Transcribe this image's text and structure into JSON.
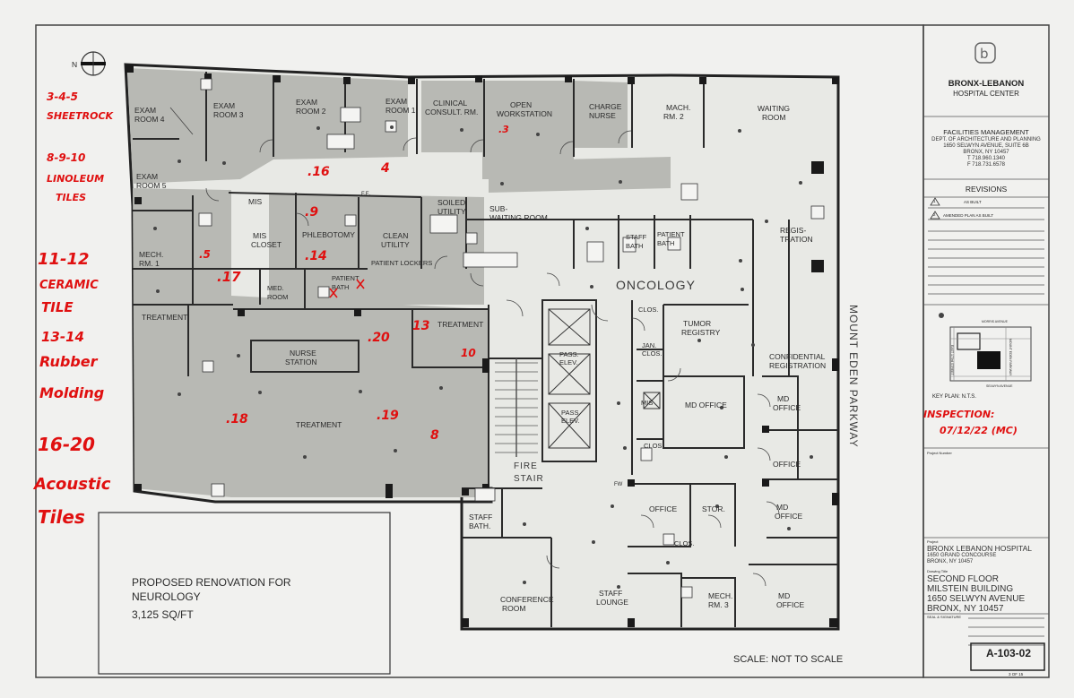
{
  "north_label": "N",
  "rooms": {
    "exam4": [
      "EXAM",
      "ROOM 4"
    ],
    "exam3": [
      "EXAM",
      "ROOM 3"
    ],
    "exam2": [
      "EXAM",
      "ROOM 2"
    ],
    "exam1": [
      "EXAM",
      "ROOM 1"
    ],
    "clinical": [
      "CLINICAL",
      "CONSULT. RM."
    ],
    "open_ws": [
      "OPEN",
      "WORKSTATION"
    ],
    "charge": [
      "CHARGE",
      "NURSE"
    ],
    "mach2": [
      "MACH.",
      "RM. 2"
    ],
    "waiting": [
      "WAITING",
      "ROOM"
    ],
    "exam5": [
      "EXAM",
      "ROOM 5"
    ],
    "mis": "MIS",
    "mis_closet": [
      "MIS",
      "CLOSET"
    ],
    "phlebotomy": "PHLEBOTOMY",
    "clean_utility": [
      "CLEAN",
      "UTILITY"
    ],
    "soiled_utility": [
      "SOILED",
      "UTILITY"
    ],
    "sub_waiting": [
      "SUB-",
      "WAITING ROOM"
    ],
    "staff_bath1": [
      "STAFF",
      "BATH"
    ],
    "patient_bath1": [
      "PATIENT",
      "BATH"
    ],
    "registration": [
      "REGIS-",
      "TRATION"
    ],
    "mech1": [
      "MECH.",
      "RM. 1"
    ],
    "patient_lockers": "PATIENT LOCKERS",
    "med_room": [
      "MED.",
      "ROOM"
    ],
    "patient_bath2": [
      "PATIENT",
      "BATH"
    ],
    "treatment_left": "TREATMENT",
    "treatment_small": "TREATMENT",
    "nurse_station": [
      "NURSE",
      "STATION"
    ],
    "treatment_main": "TREATMENT",
    "pass_elev1": [
      "PASS.",
      "ELEV."
    ],
    "pass_elev2": [
      "PASS.",
      "ELEV."
    ],
    "clos1": "CLOS.",
    "jan_clos": [
      "JAN.",
      "CLOS."
    ],
    "tumor_registry": [
      "TUMOR",
      "REGISTRY"
    ],
    "confidential": [
      "CONFIDENTIAL",
      "REGISTRATION"
    ],
    "mis2": "MIS",
    "md_office_c": "MD OFFICE",
    "md_office_r1": [
      "MD",
      "OFFICE"
    ],
    "clos2": "CLOS.",
    "office_r": "OFFICE",
    "fire_stair": [
      "FIRE",
      "STAIR"
    ],
    "staff_bath2": [
      "STAFF",
      "BATH."
    ],
    "office_b": "OFFICE",
    "stor": "STOR.",
    "md_office_r2": [
      "MD",
      "OFFICE"
    ],
    "clos3": "CLOS.",
    "conference": [
      "CONFERENCE",
      "ROOM"
    ],
    "staff_lounge": [
      "STAFF",
      "LOUNGE"
    ],
    "mech3": [
      "MECH.",
      "RM. 3"
    ],
    "md_office_r3": [
      "MD",
      "OFFICE"
    ],
    "fe": "F.E.",
    "fw": "FW"
  },
  "oncology_label": "ONCOLOGY",
  "street_label": "MOUNT EDEN PARKWAY",
  "proposal": {
    "line1": "PROPOSED RENOVATION FOR",
    "line2": "NEUROLOGY",
    "line3": "3,125 SQ/FT"
  },
  "scale_text": "SCALE: NOT TO SCALE",
  "handwritten": {
    "left": [
      "3-4-5",
      "SHEETROCK",
      "8-9-10",
      "LINOLEUM",
      "TILES",
      "11-12",
      "CERAMIC",
      "TILE",
      "13-14",
      "Rubber",
      "Molding",
      "16-20",
      "Acoustic",
      "Tiles"
    ],
    "marks": [
      ".3",
      ".16",
      "4",
      ".9",
      ".14",
      ".5",
      ".17",
      ".20",
      "13",
      "10",
      ".18",
      ".19",
      "8"
    ],
    "inspection": [
      "INSPECTION:",
      "07/12/22 (MC)"
    ]
  },
  "title_block": {
    "logo_letter": "b",
    "org1": "BRONX-LEBANON",
    "org2": "HOSPITAL CENTER",
    "dept": "FACILITIES MANAGEMENT",
    "dept_lines": [
      "DEPT. OF ARCHITECTURE AND PLANNING",
      "1650 SELWYN AVENUE, SUITE 6B",
      "BRONX, NY 10457",
      "T 718.960.1340",
      "F 718.731.6578"
    ],
    "revisions_title": "REVISIONS",
    "revisions": [
      {
        "mark": "1",
        "text": "AS BUILT"
      },
      {
        "mark": "2",
        "text": "AMENDED PLAN AS BUILT"
      }
    ],
    "keyplan_streets": [
      "MORRIS AVENUE",
      "EAST 173rd STREET",
      "MOUNT EDEN PARKWAY",
      "SELWYN AVENUE"
    ],
    "key_plan": "KEY PLAN:  N.T.S.",
    "project_number_label": "Project Number",
    "project_label": "Project",
    "project_lines": [
      "BRONX LEBANON HOSPITAL",
      "1650 GRAND CONCOURSE",
      "BRONX, NY 10457"
    ],
    "drawing_title_label": "Drawing Title",
    "drawing_lines": [
      "SECOND FLOOR",
      "MILSTEIN BUILDING",
      "1650 SELWYN AVENUE",
      "BRONX, NY 10457"
    ],
    "seal_label": "SEAL & SIGNATURE",
    "sheet_number": "A-103-02",
    "sheet_of": "3  OF  15"
  },
  "colors": {
    "paper": "#f1f1ef",
    "shaded_area": "#b8b9b4",
    "ink": "#2a2a2a",
    "markup_red": "#e01010"
  }
}
